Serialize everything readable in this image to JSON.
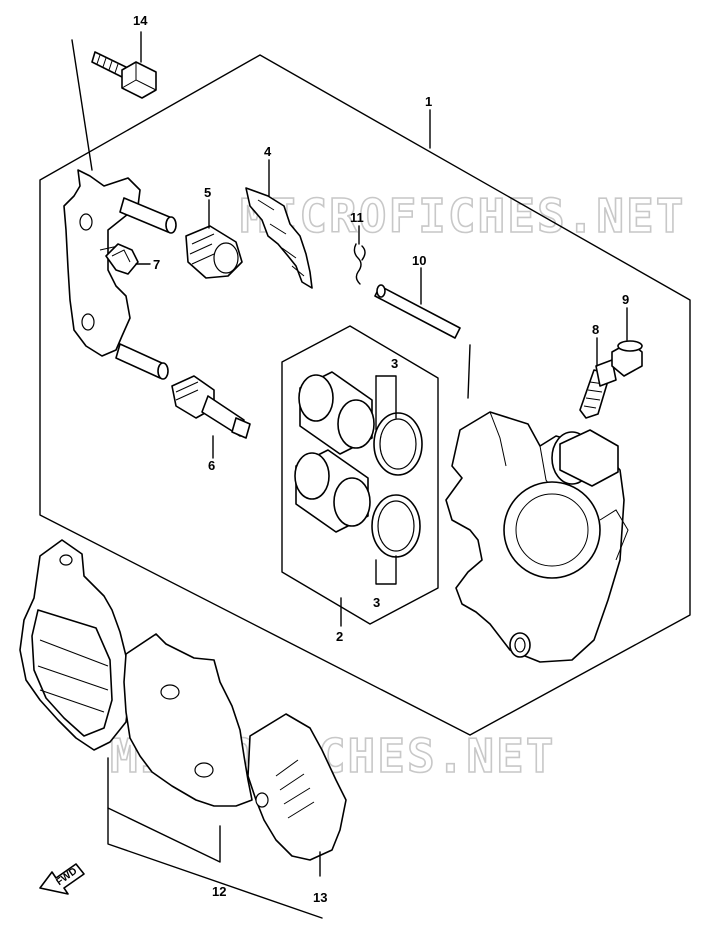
{
  "diagram": {
    "watermark": "MICROFICHES.NET",
    "direction_label": "FWD",
    "callouts": {
      "c1": "1",
      "c2": "2",
      "c3a": "3",
      "c3b": "3",
      "c4": "4",
      "c5": "5",
      "c6": "6",
      "c7": "7",
      "c8": "8",
      "c9": "9",
      "c10": "10",
      "c11": "11",
      "c12": "12",
      "c13": "13",
      "c14": "14"
    }
  }
}
